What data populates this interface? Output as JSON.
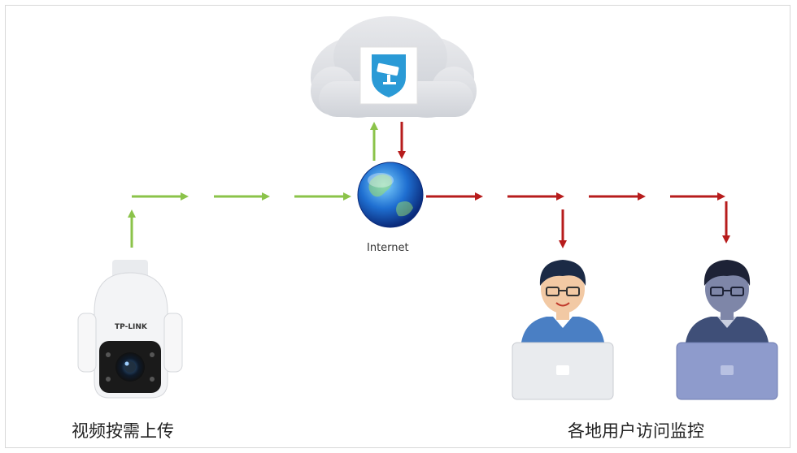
{
  "diagram": {
    "internet_label": "Internet",
    "camera_caption": "视频按需上传",
    "users_caption": "各地用户访问监控",
    "camera_brand": "TP-LINK",
    "icons": {
      "cloud": "cloud-icon",
      "cloud_service": "security-camera-shield-icon",
      "globe": "globe-icon",
      "camera": "ptz-camera-icon",
      "user1": "user-with-laptop-icon",
      "user2": "user-with-laptop-icon"
    },
    "colors": {
      "upload_arrow": "#8bc34a",
      "download_arrow": "#b71c1c",
      "cloud": "#d9dbe0",
      "shield": "#2a9ad6",
      "user2_tint": "#5a6a9a"
    }
  }
}
